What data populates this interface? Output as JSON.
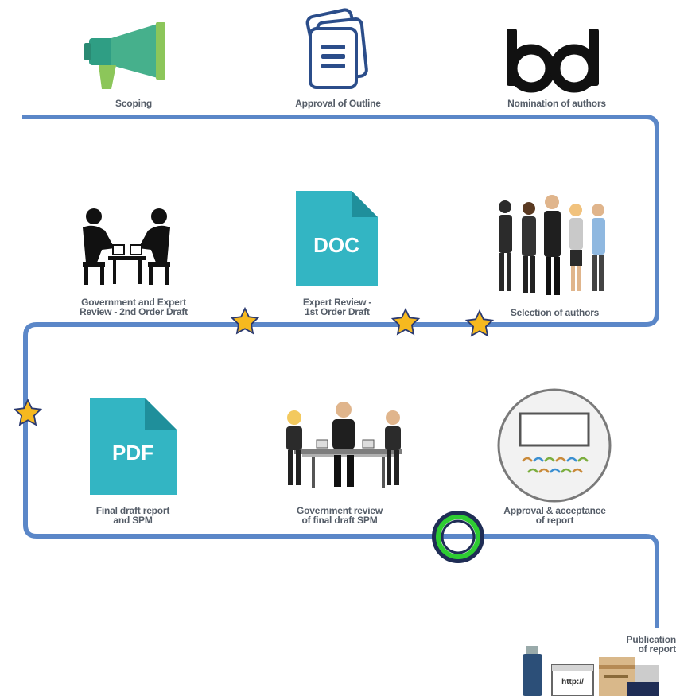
{
  "steps": [
    {
      "id": "scoping",
      "label": "Scoping"
    },
    {
      "id": "approval-outline",
      "label": "Approval of Outline"
    },
    {
      "id": "nomination",
      "label": "Nomination of authors"
    },
    {
      "id": "selection",
      "label": "Selection of authors"
    },
    {
      "id": "expert-review",
      "label_line1": "Expert Review -",
      "label_line2": "1st Order Draft"
    },
    {
      "id": "gov-expert-review",
      "label_line1": "Government and Expert",
      "label_line2": "Review - 2nd Order Draft"
    },
    {
      "id": "final-draft",
      "label_line1": "Final draft report",
      "label_line2": "and SPM"
    },
    {
      "id": "gov-review",
      "label_line1": "Government review",
      "label_line2": "of final draft SPM"
    },
    {
      "id": "approval-acceptance",
      "label_line1": "Approval & acceptance",
      "label_line2": "of report"
    },
    {
      "id": "publication",
      "label_line1": "Publication",
      "label_line2": "of report"
    }
  ],
  "icons": {
    "doc_text": "DOC",
    "pdf_text": "PDF",
    "url_text": "http://"
  },
  "colors": {
    "path": "#5b87c8",
    "teal": "#33b5c3",
    "star_fill": "#f6b91f",
    "star_stroke": "#2b3a70",
    "ring_outer": "#1f2d55",
    "ring_inner": "#2ecc32"
  }
}
